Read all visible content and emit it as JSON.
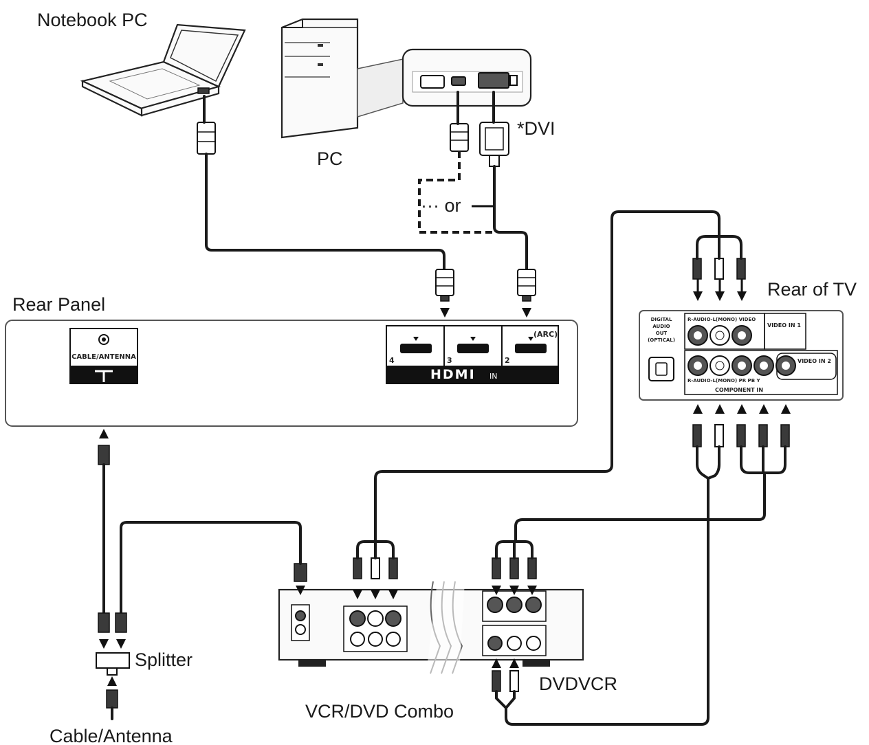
{
  "labels": {
    "notebook_pc": "Notebook PC",
    "pc": "PC",
    "dvi": "*DVI",
    "or": "or",
    "rear_panel": "Rear Panel",
    "rear_of_tv": "Rear of TV",
    "splitter": "Splitter",
    "cable_antenna": "Cable/Antenna",
    "vcr_dvd_combo": "VCR/DVD Combo",
    "dvdvcr": "DVDVCR"
  },
  "rear_panel": {
    "cable_antenna_port": "CABLE/ANTENNA",
    "hdmi_logo": "HDMI",
    "hdmi_in": "IN",
    "arc": "(ARC)",
    "hdmi_ports": [
      "4",
      "3",
      "2"
    ]
  },
  "tv_rear": {
    "digital_audio_out": [
      "DIGITAL",
      "AUDIO",
      "OUT",
      "(OPTICAL)"
    ],
    "row1_label": "R-AUDIO-L(MONO) VIDEO",
    "video_in_1": "VIDEO IN 1",
    "video_in_2": "VIDEO IN 2",
    "row2_label": "R-AUDIO-L(MONO) PR    PB    Y",
    "component_in": "COMPONENT IN"
  },
  "colors": {
    "line": "#1a1a1a",
    "panel_border": "#555555",
    "panel_dark": "#111111"
  }
}
